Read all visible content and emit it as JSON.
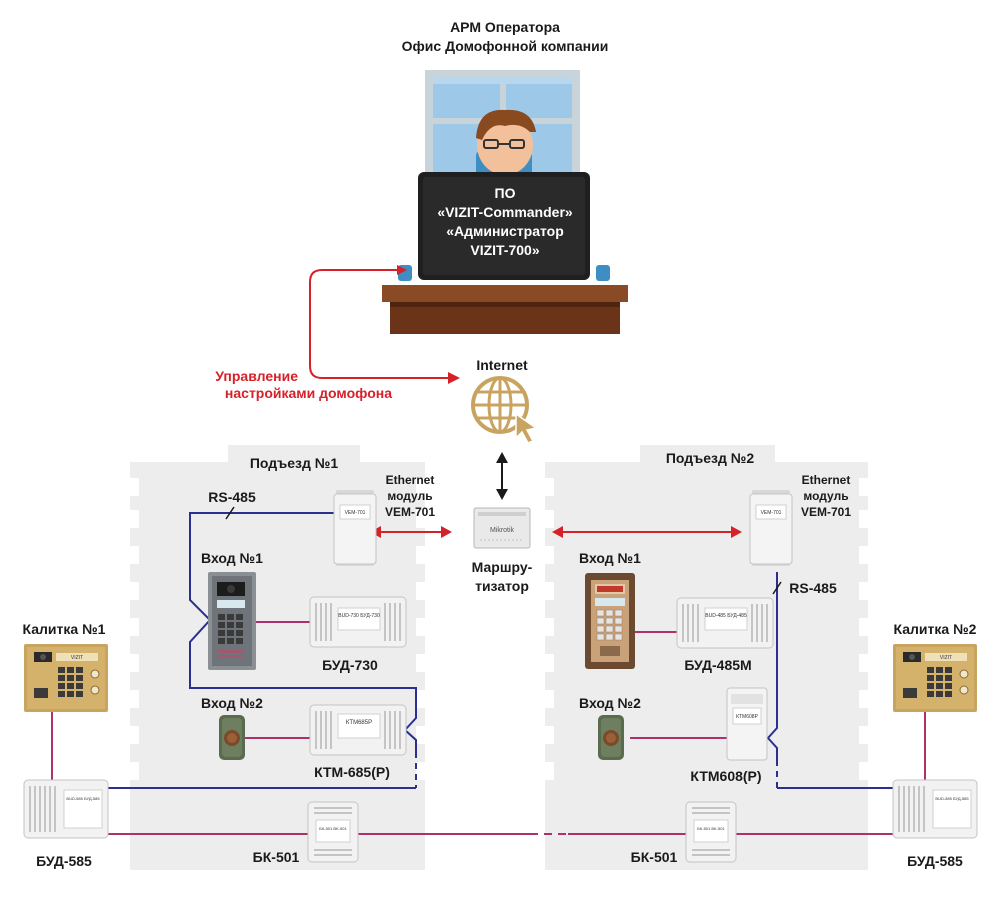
{
  "header": {
    "line1": "АРМ Оператора",
    "line2": "Офис Домофонной компании"
  },
  "monitor": {
    "lines": [
      "ПО",
      "«VIZIT-Commander»",
      "«Администратор",
      "VIZIT-700»"
    ]
  },
  "control_label": {
    "line1": "Управление",
    "line2": "настройками домофона"
  },
  "internet": {
    "label": "Internet"
  },
  "router": {
    "line1": "Маршру-",
    "line2": "тизатор",
    "brand": "Mikrotik"
  },
  "entrance1": {
    "title": "Подъезд №1",
    "rs485": "RS-485",
    "eth_line1": "Ethernet",
    "eth_line2": "модуль",
    "eth_line3": "VEM-701",
    "vem_device_text": "VEM-701",
    "vhod1": "Вход №1",
    "bud730": "БУД-730",
    "bud730_device_text": "BUD-730 БУД-730",
    "vhod2": "Вход №2",
    "ktm685": "КТМ-685(Р)",
    "ktm685_device_text": "КТМ685Р",
    "bk501": "БК-501",
    "bk501_device_text": "БК-501 BK-501"
  },
  "entrance2": {
    "title": "Подъезд №2",
    "rs485": "RS-485",
    "eth_line1": "Ethernet",
    "eth_line2": "модуль",
    "eth_line3": "VEM-701",
    "vem_device_text": "VEM-701",
    "vhod1": "Вход №1",
    "bud485": "БУД-485М",
    "bud485_device_text": "BUD-485 БУД-485",
    "vhod2": "Вход №2",
    "ktm608": "КТМ608(Р)",
    "ktm608_device_text": "КТМ608Р",
    "bk501": "БК-501",
    "bk501_device_text": "БК-501 BK-501"
  },
  "gate1": {
    "title": "Калитка №1",
    "bud585": "БУД-585",
    "device_text": "BUD-585 БУД-585",
    "panel_text": "VIZIT"
  },
  "gate2": {
    "title": "Калитка №2",
    "bud585": "БУД-585",
    "device_text": "BUD-585 БУД-585",
    "panel_text": "VIZIT"
  },
  "panel_brand": "VIZIT",
  "colors": {
    "control_line": "#d6202a",
    "rs485_line": "#2b2f8f",
    "intercom_line": "#b0306e",
    "building_bg": "#ededed",
    "router_arrows": "#d6202a"
  }
}
